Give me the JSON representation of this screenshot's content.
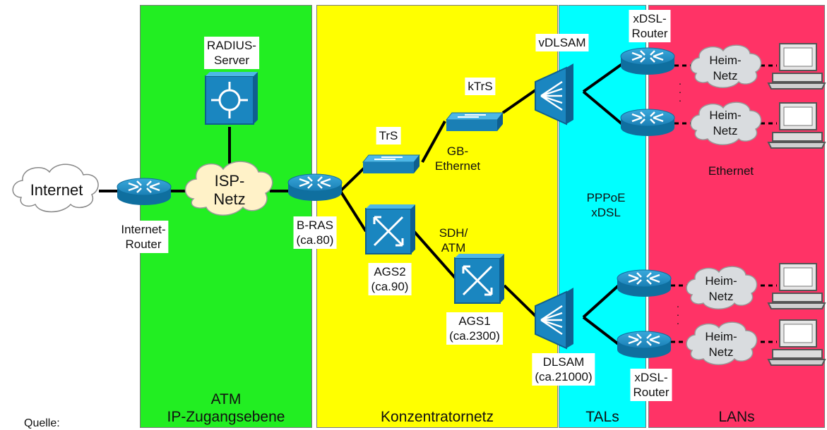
{
  "zones": {
    "atm": {
      "line1": "ATM",
      "line2": "IP-Zugangsebene",
      "color": "#22ee22"
    },
    "konz": {
      "title": "Konzentratornetz",
      "color": "#ffff00"
    },
    "tals": {
      "title": "TALs",
      "color": "#00ffff"
    },
    "lans": {
      "title": "LANs",
      "color": "#ff3366"
    }
  },
  "clouds": {
    "internet": "Internet",
    "isp": "ISP-\nNetz",
    "heim": "Heim-\nNetz"
  },
  "labels": {
    "radius": "RADIUS-\nServer",
    "internet_router": "Internet-\nRouter",
    "bras": "B-RAS\n(ca.80)",
    "trs": "TrS",
    "ktrs": "kTrS",
    "gb_ethernet": "GB-\nEthernet",
    "sdh_atm": "SDH/\nATM",
    "ags2": "AGS2\n(ca.90)",
    "ags1": "AGS1\n(ca.2300)",
    "vdlsam": "vDLSAM",
    "dlsam": "DLSAM\n(ca.21000)",
    "xdsl_router_top": "xDSL-\nRouter",
    "xdsl_router_bottom": "xDSL-\nRouter",
    "pppoe": "PPPoE\nxDSL",
    "ethernet": "Ethernet",
    "ellipsis": "·\n·\n·"
  },
  "footer": {
    "source": "Quelle:"
  },
  "colors": {
    "device_blue": "#1e8fc8",
    "device_dark": "#0f5f8f",
    "cloud_fill": "#fff2c8",
    "cloud_gray": "#d9dcdf"
  }
}
